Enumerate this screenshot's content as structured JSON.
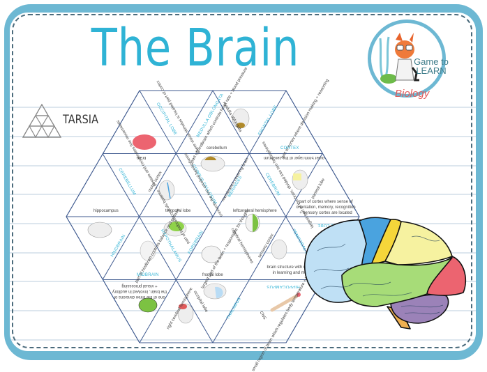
{
  "title": "The Brain",
  "badge": {
    "label": "TARSIA"
  },
  "logo": {
    "line1": "Game to",
    "line2": "LEARN",
    "subject": "Biology"
  },
  "colors": {
    "frame": "#6db8d3",
    "title": "#2fb3d5",
    "keyword": "#2fb3d5",
    "grid_line": "#3f5a8f",
    "frontal": "#bfe0f5",
    "motor": "#4aa3df",
    "sensory": "#f5d63a",
    "parietal": "#f6f2a0",
    "occipital": "#ec6470",
    "temporal": "#a7dc78",
    "cerebellum": "#9b82b8",
    "brainstem": "#f0b050"
  },
  "tiles": {
    "t1": {
      "keyword": "OCCIPITAL LOBE",
      "text": "where visual stimulus is located part of cortex",
      "answer": "brain"
    },
    "t2": {
      "keyword": "MEDULLA OBLONGATA",
      "text": "part of hindbrain which controls heart rate + blood pressure",
      "answer": "cerebellum"
    },
    "t3": {
      "keyword": "",
      "text": "medulla oblongata",
      "answer": ""
    },
    "t4": {
      "keyword": "FRONTAL LOBE",
      "text": "part of cortex where decision making + reasoning",
      "answer": "CORTEX"
    },
    "t5": {
      "keyword": "",
      "text": "outer 5mm layer of the cerebrum",
      "answer": ""
    },
    "t6": {
      "keyword": "CEREBELLUM",
      "text": "part of hindbrain controls balance + posture and coordinates fine movements",
      "answer": "hippocampus"
    },
    "t7": {
      "keyword": "",
      "text": "motor cortex",
      "answer": "temporal lobe"
    },
    "t8": {
      "keyword": "CORPUS CALLOSUM",
      "text": "connects the two cerebral hemispheres",
      "answer": ""
    },
    "t9": {
      "keyword": "MENINGES",
      "text": "membranes covering brain",
      "answer": "leftcerebral hemisphere"
    },
    "t10": {
      "keyword": "CEREBRUM",
      "text": "largest part of the brain, divided into two hemispheres",
      "answer": ""
    },
    "t11": {
      "keyword": "",
      "text": "parietal lobe",
      "answer": "part of cortex where sense of orientation, memory, recognition + sensory cortex are located"
    },
    "t12": {
      "keyword": "HINDBRAIN",
      "text": "",
      "answer": ""
    },
    "t13": {
      "keyword": "MIDBRAIN",
      "text": "part of hindbrain controls balance and posture",
      "answer": ""
    },
    "t14": {
      "keyword": "HYPOTHALAMUS",
      "text": "",
      "answer": ""
    },
    "t15": {
      "keyword": "FOREBRAIN",
      "text": "largest part of the brain + responsible for thought",
      "answer": "frontal lobe"
    },
    "t16": {
      "keyword": "",
      "text": "cerebral hemispheres",
      "answer": ""
    },
    "t17": {
      "keyword": "TEMPORAL LOBE",
      "text": "sensory cortex",
      "answer": "brain structure with major role in learning and memory"
    },
    "t18": {
      "keyword": "PARIETAL LOBE",
      "text": "",
      "answer": ""
    },
    "t19": {
      "keyword": "",
      "text": "one of the three divisions of the brain, involved in auditory + visual processing",
      "answer": ""
    },
    "t20": {
      "keyword": "",
      "text": "right cerebral hemisphere",
      "answer": ""
    },
    "t21": {
      "keyword": "",
      "text": "occipital lobe",
      "answer": ""
    },
    "t22": {
      "keyword": "THALAMUS",
      "text": "small region of brain which regulates body temperature + hormones",
      "answer": ""
    },
    "t23": {
      "keyword": "HIPPOCAMPUS",
      "text": "CNS",
      "answer": ""
    }
  }
}
